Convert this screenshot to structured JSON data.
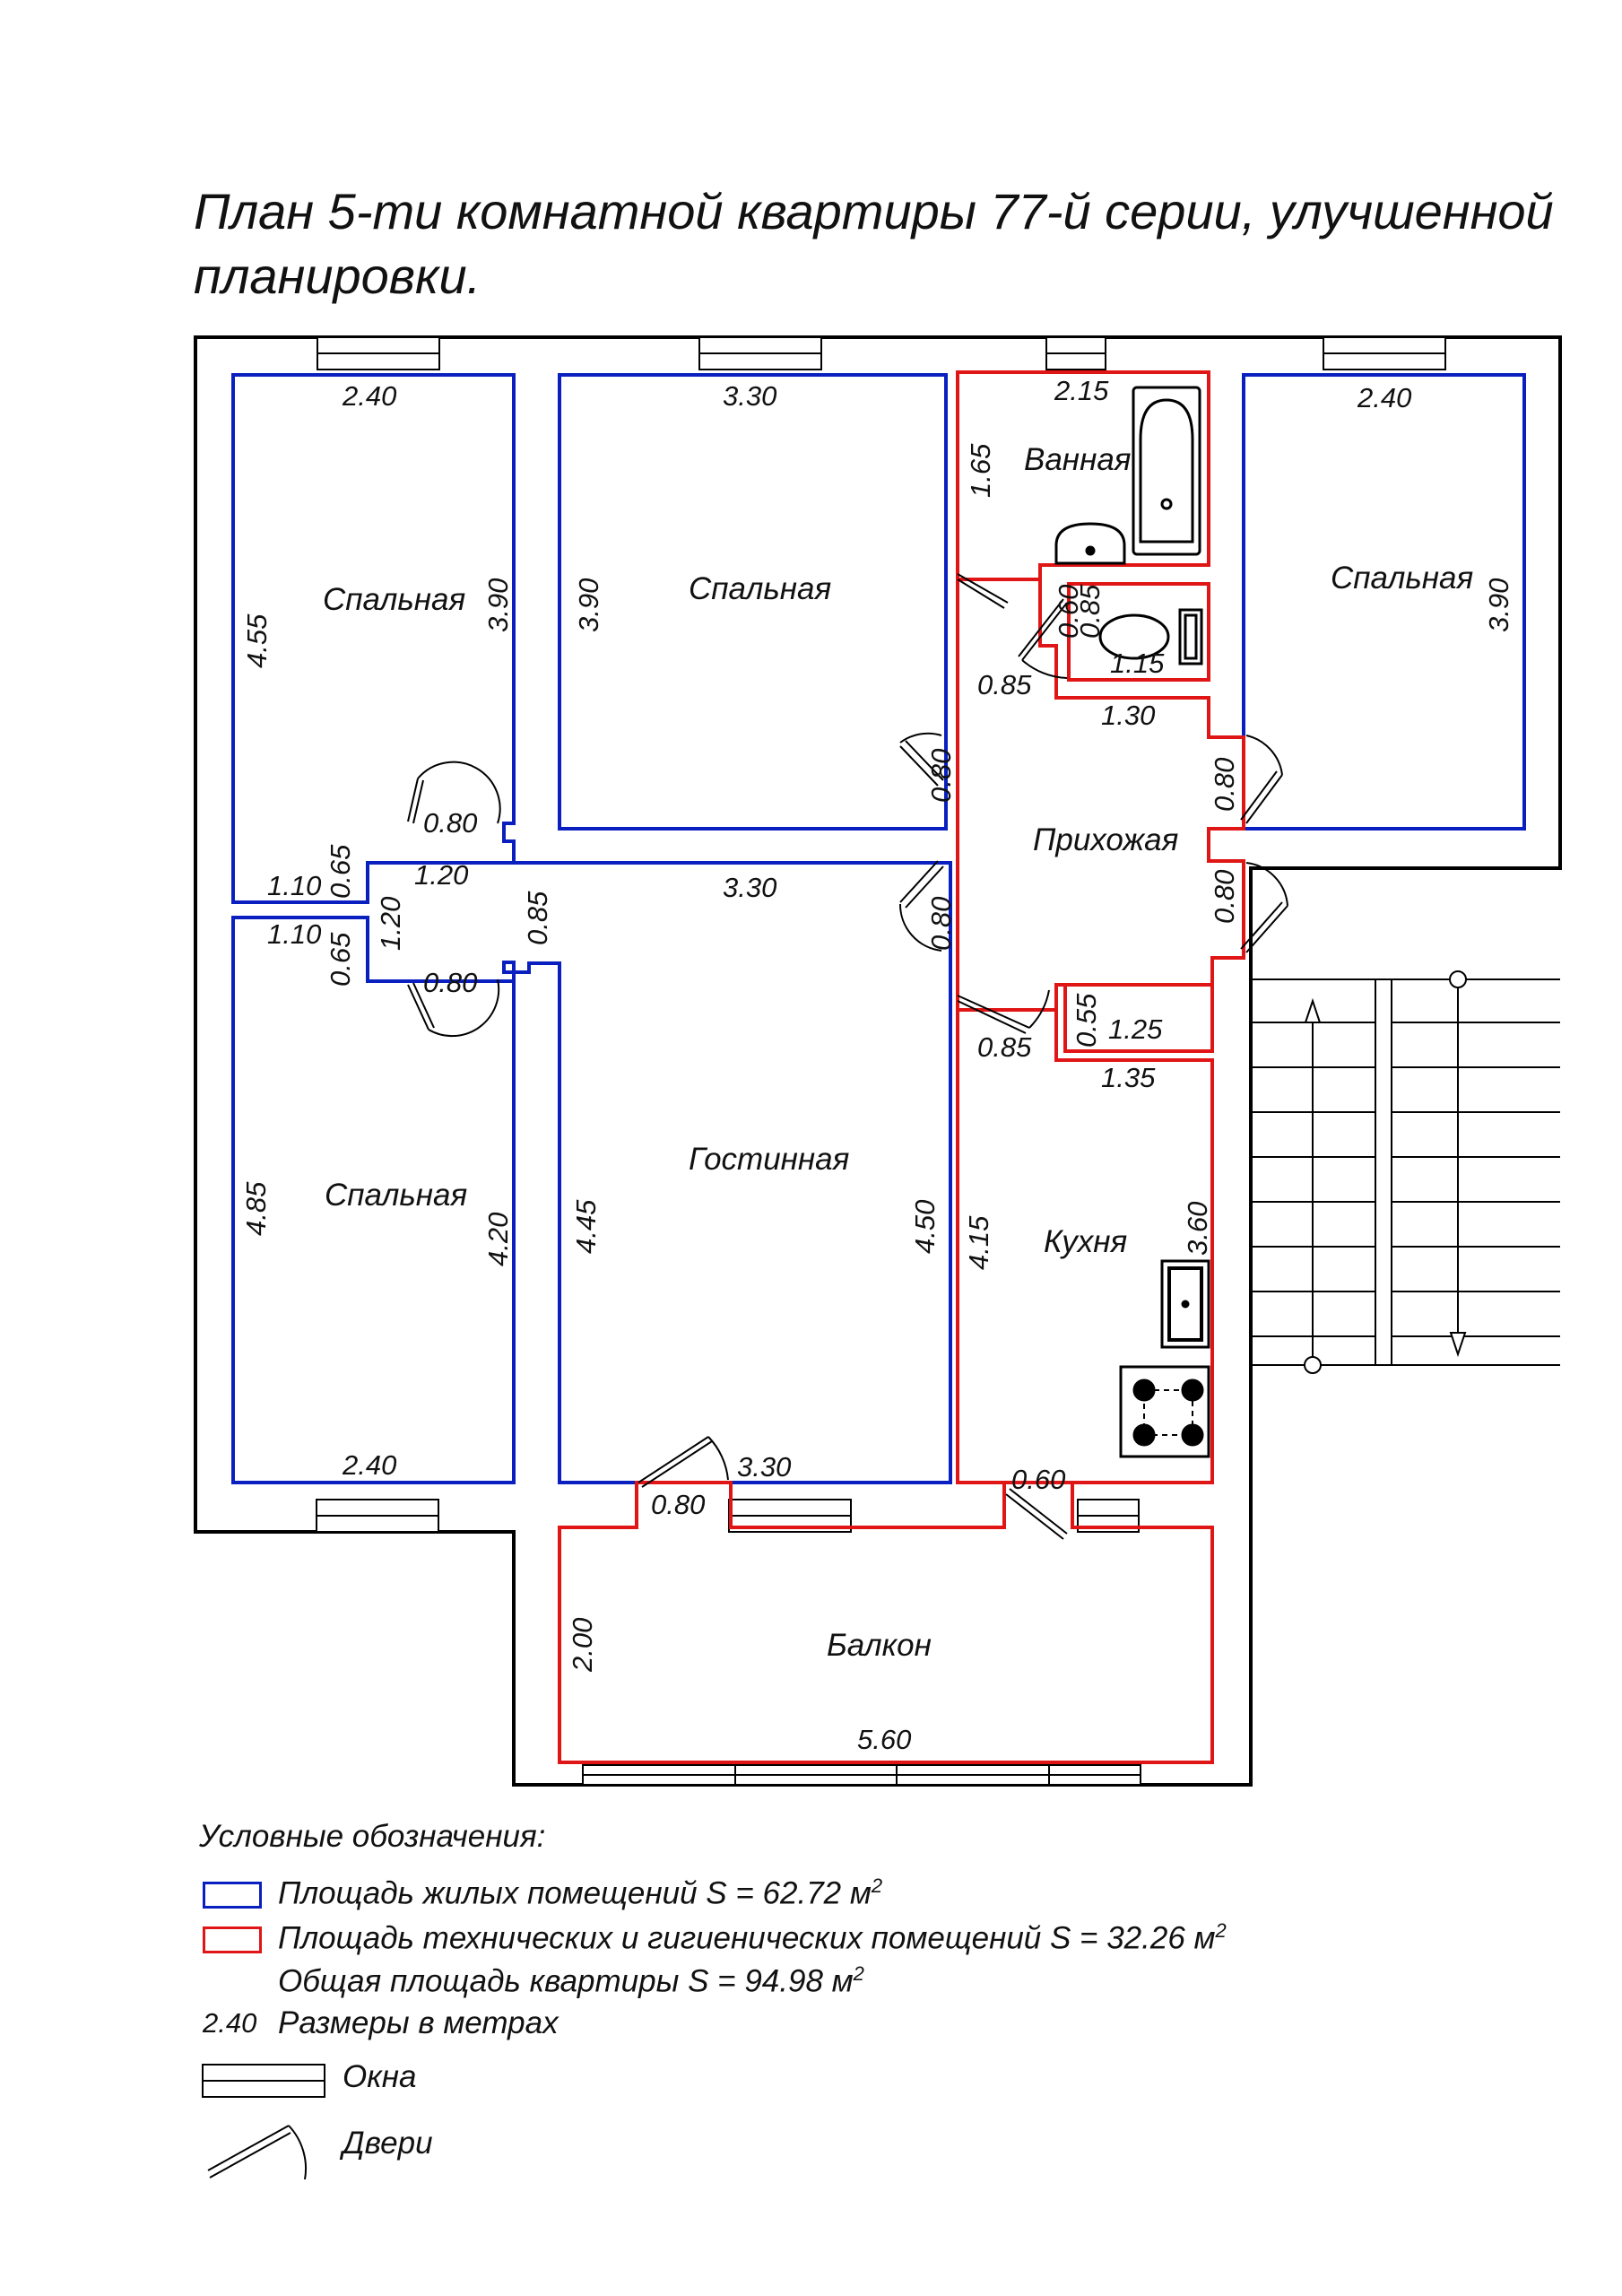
{
  "title": "План 5-ти комнатной квартиры 77-й серии, улучшенной планировки.",
  "rooms": {
    "bed1": "Спальная",
    "bed2": "Спальная",
    "bed3": "Спальная",
    "bed4": "Спальная",
    "living": "Гостинная",
    "bath": "Ванная",
    "hall": "Прихожая",
    "kitchen": "Кухня",
    "balcony": "Балкон"
  },
  "dimensions": {
    "bed1_top": "2.40",
    "bed1_left": "4.55",
    "bed1_right": "3.90",
    "bed2_top": "3.30",
    "bed2_left": "3.90",
    "bath_top": "2.15",
    "bath_left": "1.65",
    "bed3_top": "2.40",
    "bed3_right": "3.90",
    "wc_a": "0.60",
    "wc_b": "0.85",
    "wc_c": "1.15",
    "wc_door": "0.85",
    "hall_top": "1.30",
    "hall_door_bed2": "0.80",
    "hall_door_bed3": "0.80",
    "hall_door_living": "0.80",
    "hall_door_stairs": "0.80",
    "corr_door_top": "0.80",
    "corr_w": "1.20",
    "corr_h": "1.20",
    "corr_a1": "1.10",
    "corr_a2": "0.65",
    "corr_b1": "1.10",
    "corr_b2": "0.65",
    "corr_door_bottom": "0.80",
    "corr_link": "0.85",
    "living_top": "3.30",
    "living_left": "4.45",
    "living_right": "4.50",
    "living_bottom": "3.30",
    "bed4_left": "4.85",
    "bed4_right": "4.20",
    "bed4_bottom": "2.40",
    "store_h": "0.55",
    "store_w": "1.25",
    "kitchen_door": "0.85",
    "kitchen_top": "1.35",
    "kitchen_left": "4.15",
    "kitchen_right": "3.60",
    "balcony_door_living": "0.80",
    "balcony_door_kitchen": "0.60",
    "balcony_left": "2.00",
    "balcony_bottom": "5.60"
  },
  "legend": {
    "heading": "Условные обозначения:",
    "living_area": "Площадь жилых помещений S = 62.72 м",
    "living_area_sup": "2",
    "tech_area": "Площадь технических и гигиенических помещений S = 32.26 м",
    "tech_area_sup": "2",
    "total_area": "Общая площадь квартиры S = 94.98 м",
    "total_area_sup": "2",
    "dim_sample": "2.40",
    "dim_label": "Размеры в метрах",
    "windows_label": "Окна",
    "doors_label": "Двери"
  },
  "colors": {
    "living": "#0a1fbf",
    "technical": "#e01515",
    "wall": "#000000"
  }
}
